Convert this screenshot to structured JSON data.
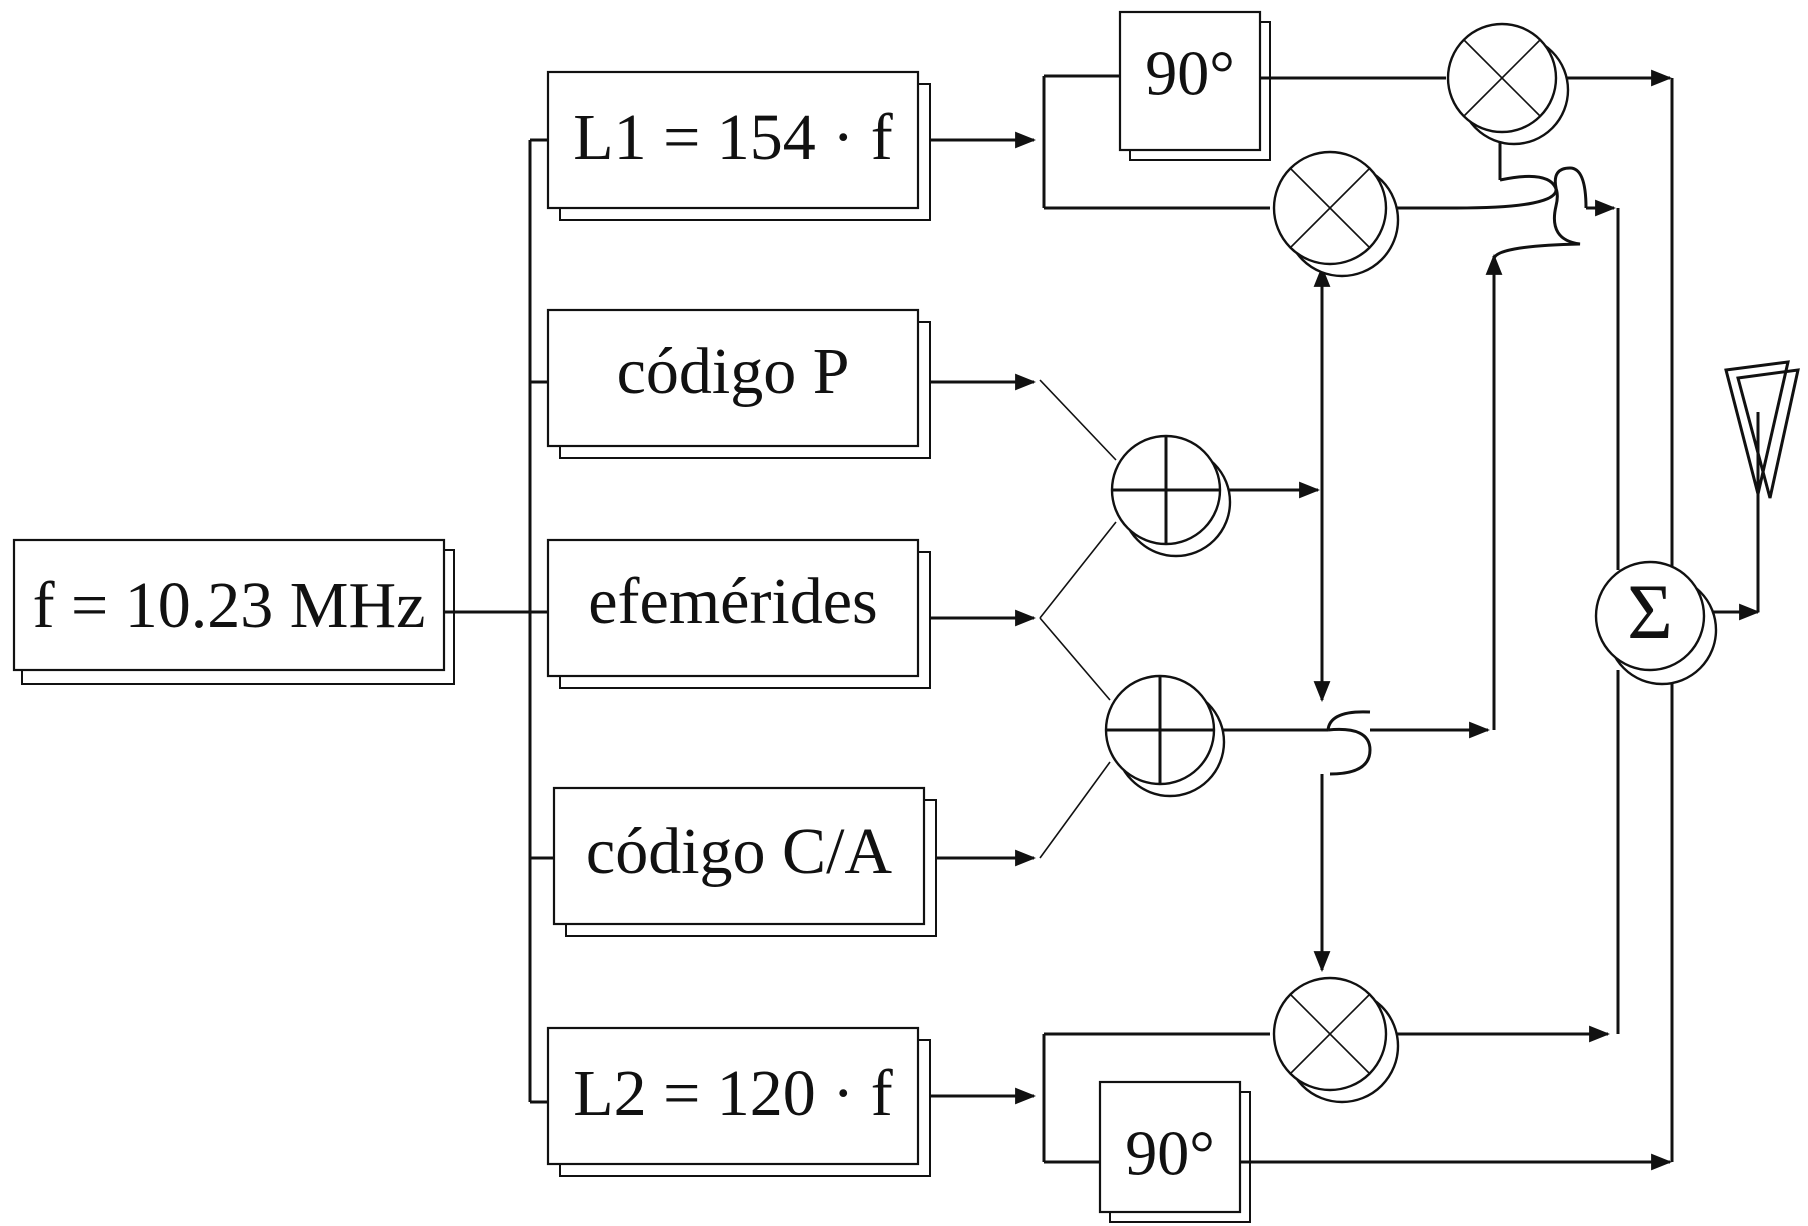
{
  "diagram": {
    "oscillator": "f = 10.23 MHz",
    "l1_carrier": "L1 = 154 · f",
    "p_code": "código P",
    "ephemeris": "efemérides",
    "ca_code": "código C/A",
    "l2_carrier": "L2 = 120 · f",
    "phase_shift_top": "90°",
    "phase_shift_bottom": "90°",
    "summer_symbol": "Σ"
  },
  "icons": {
    "multiplier": "circle-x-icon",
    "modulo2_adder": "circle-plus-icon",
    "summer": "sigma-circle-icon",
    "antenna": "antenna-icon"
  },
  "colors": {
    "line": "#111111",
    "background": "#ffffff"
  }
}
